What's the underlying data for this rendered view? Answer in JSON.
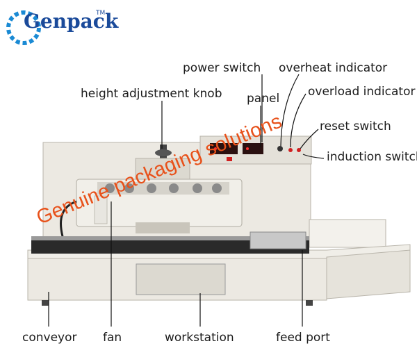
{
  "logo": {
    "text": "Genpack",
    "tm": "TM"
  },
  "labels": {
    "power_switch": "power switch",
    "overheat_indicator": "overheat indicator",
    "height_adjustment_knob": "height adjustment knob",
    "panel": "panel",
    "overload_indicator": "overload indicator",
    "reset_switch": "reset switch",
    "induction_switch": "induction switch",
    "conveyor": "conveyor",
    "fan": "fan",
    "workstation": "workstation",
    "feed_port": "feed port"
  },
  "watermark": "Genuine packaging solutions",
  "colors": {
    "logo_blue": "#1a4a9a",
    "watermark_orange": "#e8511a",
    "machine_body": "#ece9e2"
  }
}
